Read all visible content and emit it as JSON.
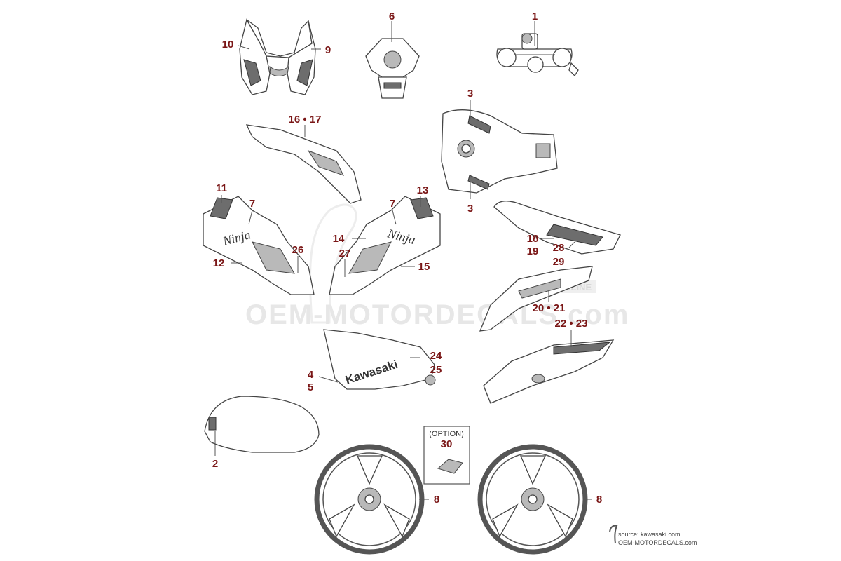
{
  "watermark": "OEM-MOTORDECALS.com",
  "watermark_tag": "ONLINE",
  "option_box": {
    "label": "(OPTION)",
    "number": "30"
  },
  "source_credit": {
    "line1": "source: kawasaki.com",
    "line2": "OEM-MOTORDECALS.com"
  },
  "callouts": {
    "c1": "1",
    "c2": "2",
    "c3a": "3",
    "c3b": "3",
    "c4": "4",
    "c5": "5",
    "c6": "6",
    "c7a": "7",
    "c7b": "7",
    "c8a": "8",
    "c8b": "8",
    "c9": "9",
    "c10": "10",
    "c11": "11",
    "c12": "12",
    "c13": "13",
    "c14": "14",
    "c15": "15",
    "c1617": "16 • 17",
    "c18": "18",
    "c19": "19",
    "c2021": "20 • 21",
    "c2223": "22 • 23",
    "c24": "24",
    "c25": "25",
    "c26": "26",
    "c27": "27",
    "c28": "28",
    "c29": "29"
  },
  "decal_text": {
    "ninja": "Ninja",
    "kawasaki": "Kawasaki"
  }
}
